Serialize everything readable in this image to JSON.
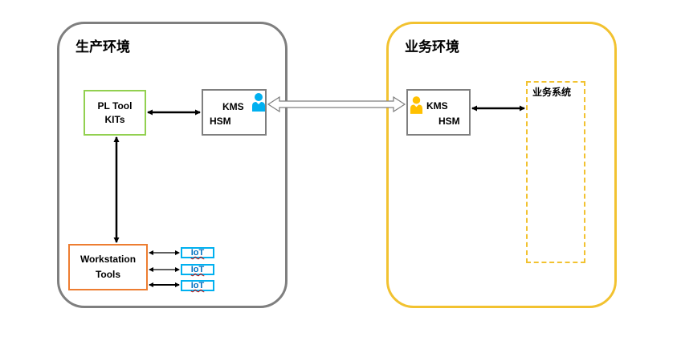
{
  "zones": {
    "production": {
      "title": "生产环境",
      "border_color": "#7f7f7f"
    },
    "business": {
      "title": "业务环境",
      "border_color": "#f2c230"
    }
  },
  "nodes": {
    "pl_tool": {
      "line1": "PL Tool",
      "line2": "KITs",
      "border_color": "#92d050"
    },
    "kms_prod": {
      "line1": "KMS",
      "line2": "HSM",
      "icon": "person-icon",
      "icon_color": "#00b0f0"
    },
    "kms_biz": {
      "line1": "KMS",
      "line2": "HSM",
      "icon": "person-icon",
      "icon_color": "#ffc000"
    },
    "workstation": {
      "line1": "Workstation",
      "line2": "Tools",
      "border_color": "#ed7d31"
    },
    "business_system": {
      "label": "业务系统"
    },
    "iot_devices": [
      {
        "label": "IoT"
      },
      {
        "label": "IoT"
      },
      {
        "label": "IoT"
      }
    ]
  }
}
